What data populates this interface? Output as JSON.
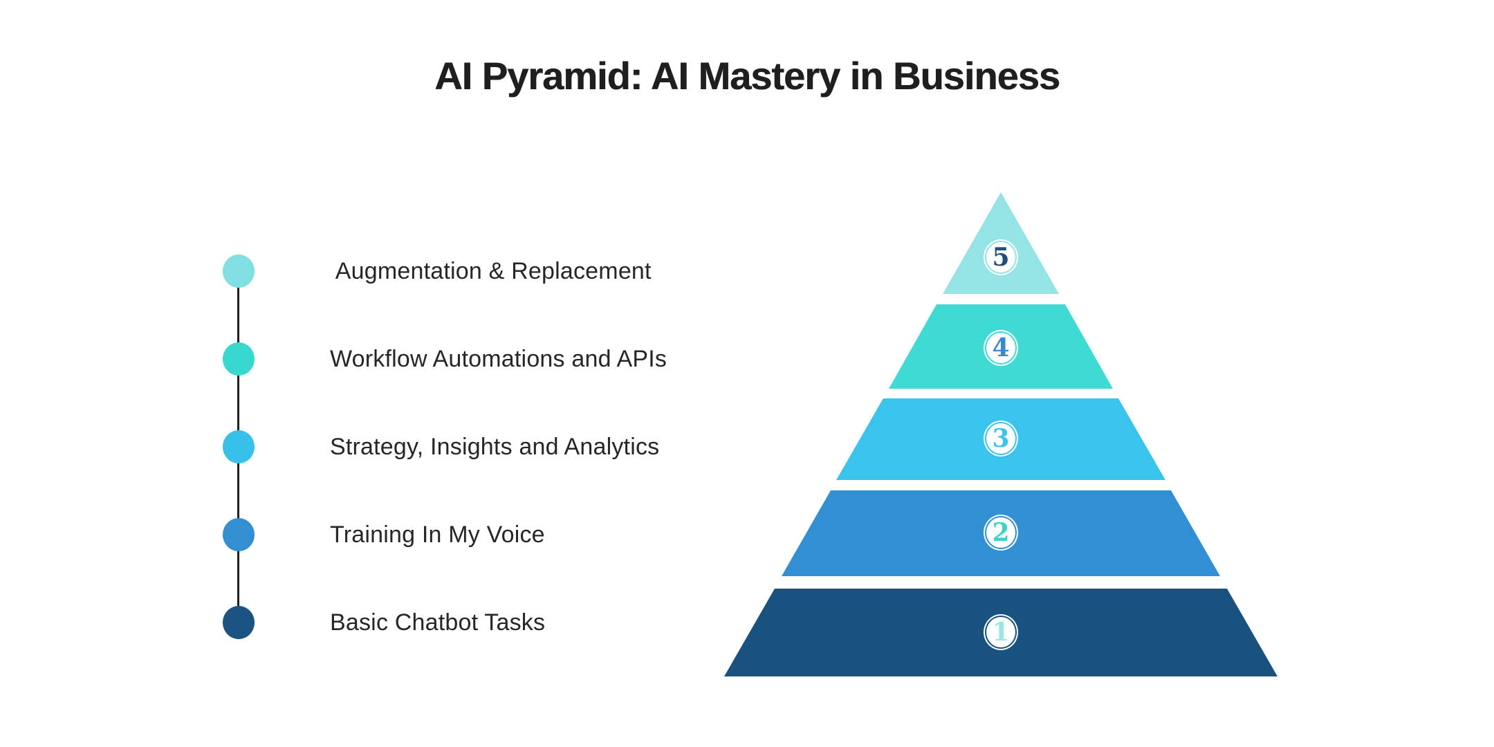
{
  "title": "AI Pyramid: AI Mastery in Business",
  "colors": {
    "background": "#ffffff",
    "title_text": "#1f1f1f",
    "label_text": "#262626",
    "connector_line": "#1f1f1f",
    "badge_fill": "#ffffff"
  },
  "timeline": {
    "items": [
      {
        "label": " Augmentation & Replacement",
        "dot_color": "#7fdfe2"
      },
      {
        "label": "Workflow Automations and APIs",
        "dot_color": "#38d8cf"
      },
      {
        "label": "Strategy, Insights and Analytics",
        "dot_color": "#37c0ea"
      },
      {
        "label": "Training In My Voice",
        "dot_color": "#348fd2"
      },
      {
        "label": "Basic Chatbot Tasks",
        "dot_color": "#1b5382"
      }
    ]
  },
  "pyramid": {
    "levels": [
      {
        "number": "5",
        "fill_color": "#94e4e6",
        "number_color": "#1d4e7e"
      },
      {
        "number": "4",
        "fill_color": "#3edad3",
        "number_color": "#3b87d1"
      },
      {
        "number": "3",
        "fill_color": "#3ac3ec",
        "number_color": "#3ac4ee"
      },
      {
        "number": "2",
        "fill_color": "#3190d3",
        "number_color": "#3ed2c6"
      },
      {
        "number": "1",
        "fill_color": "#1a527f",
        "number_color": "#99e6e6"
      }
    ]
  }
}
